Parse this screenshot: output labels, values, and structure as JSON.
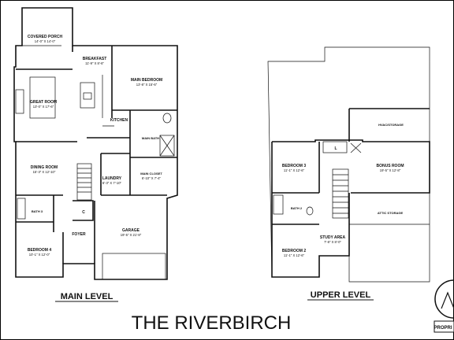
{
  "main_level": {
    "label": "MAIN LEVEL",
    "rooms": {
      "covered_porch": {
        "name": "COVERED PORCH",
        "dim": "14'-0\" X 14'-0\""
      },
      "breakfast": {
        "name": "BREAKFAST",
        "dim": "11'-9\" X 8'-6\""
      },
      "main_bedroom": {
        "name": "MAIN BEDROOM",
        "dim": "13'-8\" X 15'-6\""
      },
      "great_room": {
        "name": "GREAT ROOM",
        "dim": "13'-0\" X 17'-6\""
      },
      "kitchen": {
        "name": "KITCHEN"
      },
      "main_bath": {
        "name": "MAIN BATH"
      },
      "dining_room": {
        "name": "DINING ROOM",
        "dim": "15'-3\" X 12'-10\""
      },
      "laundry": {
        "name": "LAUNDRY",
        "dim": "6'-3\" X 7'-10\""
      },
      "main_closet": {
        "name": "MAIN CLOSET",
        "dim": "6'-10\" X 7'-4\""
      },
      "bath3": {
        "name": "BATH 3"
      },
      "garage": {
        "name": "GARAGE",
        "dim": "19'-5\" X 21'-8\""
      },
      "foyer": {
        "name": "FOYER"
      },
      "bedroom4": {
        "name": "BEDROOM 4",
        "dim": "10'-1\" X 12'-0\""
      },
      "coat_closet": {
        "name": "C"
      }
    }
  },
  "upper_level": {
    "label": "UPPER LEVEL",
    "rooms": {
      "hvac": {
        "name": "HVAC/STORAGE"
      },
      "bedroom3": {
        "name": "BEDROOM 3",
        "dim": "11'-1\" X 12'-6\""
      },
      "bonus_room": {
        "name": "BONUS ROOM",
        "dim": "19'-5\" X 12'-8\""
      },
      "bath2": {
        "name": "BATH 2"
      },
      "attic": {
        "name": "ATTIC STORAGE"
      },
      "bedroom2": {
        "name": "BEDROOM 2",
        "dim": "11'-1\" X 12'-6\""
      },
      "study": {
        "name": "STUDY AREA",
        "dim": "7'-8\" X 8'-0\""
      },
      "linen": {
        "name": "L"
      }
    }
  },
  "title": "THE RIVERBIRCH",
  "badge_partial": "PROPRI"
}
